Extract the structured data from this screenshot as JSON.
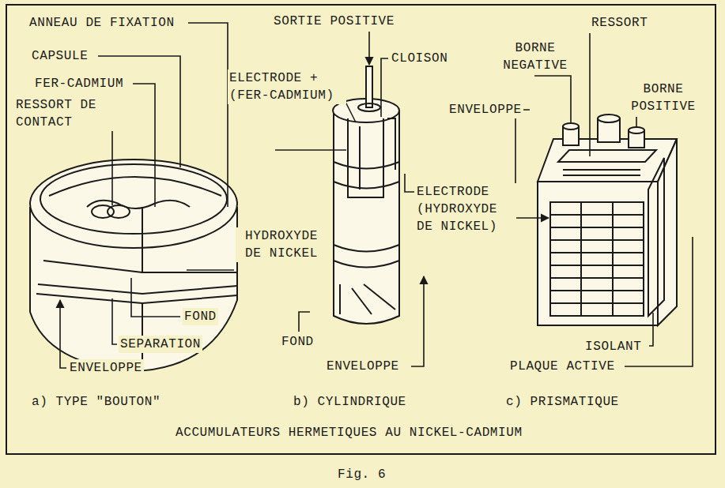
{
  "diagram": {
    "title": "ACCUMULATEURS HERMETIQUES AU NICKEL-CADMIUM",
    "caption": "Fig. 6",
    "labels": [
      "ANNEAU DE FIXATION",
      "CAPSULE",
      "FER-CADMIUM",
      "RESSORT DE CONTACT",
      "HYDROXYDE DE NICKEL",
      "FOND",
      "SEPARATION",
      "ENVELOPPE",
      "SORTIE POSITIVE",
      "CLOISON",
      "ELECTRODE + (FER-CADMIUM)",
      "ELECTRODE (HYDROXYDE DE NICKEL)",
      "FOND",
      "ENVELOPPE",
      "BORNE NEGATIVE",
      "RESSORT",
      "BORNE POSITIVE",
      "ENVELOPPE",
      "ISOLANT",
      "PLAQUE ACTIVE",
      "a) TYPE \"BOUTON\"",
      "b) CYLINDRIQUE",
      "c) PRISMATIQUE"
    ]
  }
}
